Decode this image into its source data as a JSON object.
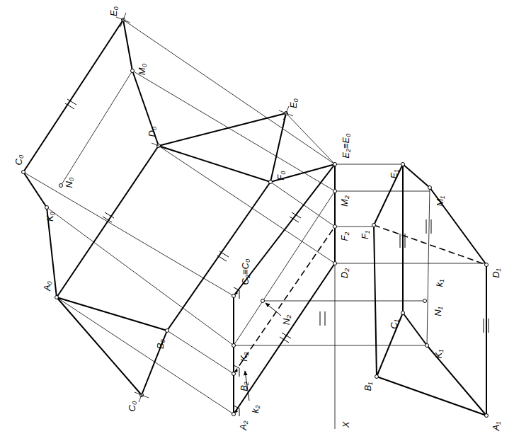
{
  "diagram": {
    "labels": [
      "E₀",
      "M₀",
      "C₀",
      "N₀",
      "K₀",
      "D₀",
      "E₀",
      "F₀",
      "E₂≡E₀",
      "M₂",
      "F₂",
      "D₂",
      "A₀",
      "B₀",
      "C₂≡C₀",
      "K₂",
      "N₂",
      "B₂",
      "k₂",
      "A₂",
      "C₀",
      "X",
      "E₁",
      "M₁",
      "F₁",
      "D₁",
      "k₁",
      "N₁",
      "C₁",
      "K₁",
      "B₁",
      "A₁"
    ]
  }
}
